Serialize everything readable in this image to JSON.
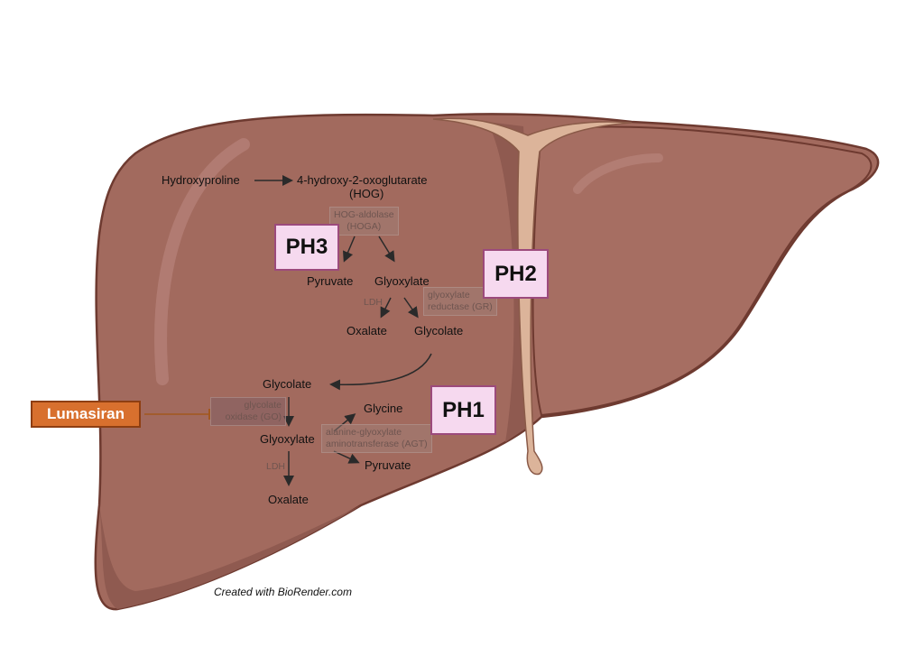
{
  "labels": {
    "hydroxyproline": "Hydroxyproline",
    "hog": "4-hydroxy-2-oxoglutarate",
    "hog_abbr": "(HOG)",
    "pyruvate_top": "Pyruvate",
    "glyoxylate_top": "Glyoxylate",
    "oxalate_top": "Oxalate",
    "glycolate_top": "Glycolate",
    "glycolate_bottom": "Glycolate",
    "glycine": "Glycine",
    "glyoxylate_bottom": "Glyoxylate",
    "pyruvate_bottom": "Pyruvate",
    "oxalate_bottom": "Oxalate"
  },
  "enzymes": {
    "hoga_1": "HOG-aldolase",
    "hoga_2": "(HOGA)",
    "ldh_top": "LDH",
    "gr_1": "glyoxylate",
    "gr_2": "reductase (GR)",
    "go_1": "glycolate",
    "go_2": "oxidase (GO)",
    "agt_1": "alanine-glyoxylate",
    "agt_2": "aminotransferase (AGT)",
    "ldh_bottom": "LDH"
  },
  "badges": {
    "ph1": "PH1",
    "ph2": "PH2",
    "ph3": "PH3"
  },
  "drug": "Lumasiran",
  "credit": "Created with BioRender.com",
  "colors": {
    "liver": "#a26a5e",
    "liver_dark": "#8f5a50",
    "outline": "#6e3a30",
    "ligament": "#dcb49a",
    "badge_fill": "#f6d9ef",
    "badge_border": "#9c4a7c",
    "drug": "#d8702e"
  }
}
